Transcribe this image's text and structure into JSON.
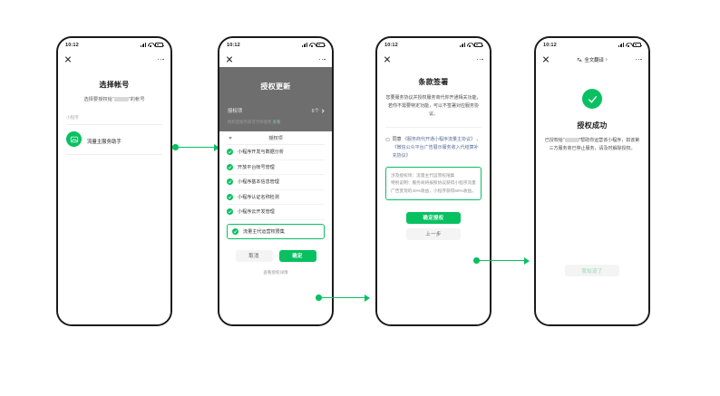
{
  "statusbar": {
    "time": "10:12"
  },
  "screens": [
    {
      "id": "select-account",
      "nav": {
        "close": "✕",
        "more": "···"
      },
      "title": "选择帐号",
      "subtitle_prefix": "选择要授权给“",
      "subtitle_suffix": "”的帐号",
      "section_label": "小程序",
      "account": {
        "name": "流量主服务助手"
      }
    },
    {
      "id": "auth-update",
      "nav": {
        "close": "✕",
        "more": "···"
      },
      "title": "授权更新",
      "row_label": "授权项",
      "row_value": "6个",
      "note_text": "授权后服务商可代你使用",
      "note_link": "查看",
      "list_header": "授权项",
      "permissions": [
        "小程序开发与数据分析",
        "开放平台帐号管理",
        "小程序基本信息管理",
        "小程序认证名称检测",
        "小程序云开发管理"
      ],
      "highlighted_permission": "流量主代运营权限集",
      "cancel_label": "取消",
      "confirm_label": "确定",
      "footer_link": "查看授权详情"
    },
    {
      "id": "terms-signing",
      "nav": {
        "close": "✕",
        "more": "···"
      },
      "title": "条款签署",
      "description": "您要服务协议并授权服务商代你开通相关功能，若你不需要特定功能，可以不签署对应服务协议。",
      "agree_prefix": "同意 ",
      "agree_link1": "《服务商代开通小程序流量主协议》",
      "agree_mid": " 、",
      "agree_link2": "《微信公众平台广告展示服务收入代结算补充协议》",
      "box_line1": "涉及授权项：流量主代运营权限集",
      "box_line2": "特别说明：服务商将按照协议获得小程序流量广告变现的40%收益，小程序获得60%收益。",
      "primary_label": "确定授权",
      "secondary_label": "上一步"
    },
    {
      "id": "auth-success",
      "nav": {
        "close": "✕",
        "more": "···",
        "translate": "全文翻译",
        "translate_arrow": "›"
      },
      "title": "授权成功",
      "desc_prefix": "已授权给“",
      "desc_suffix": "”帮助你运营该小程序，如该第三方服务商已停止服务，请及时解除授权。",
      "button_label": "我知道了"
    }
  ],
  "colors": {
    "brand_green": "#07c160",
    "dark_header": "#6e6e6e",
    "link_blue": "#576b95"
  }
}
